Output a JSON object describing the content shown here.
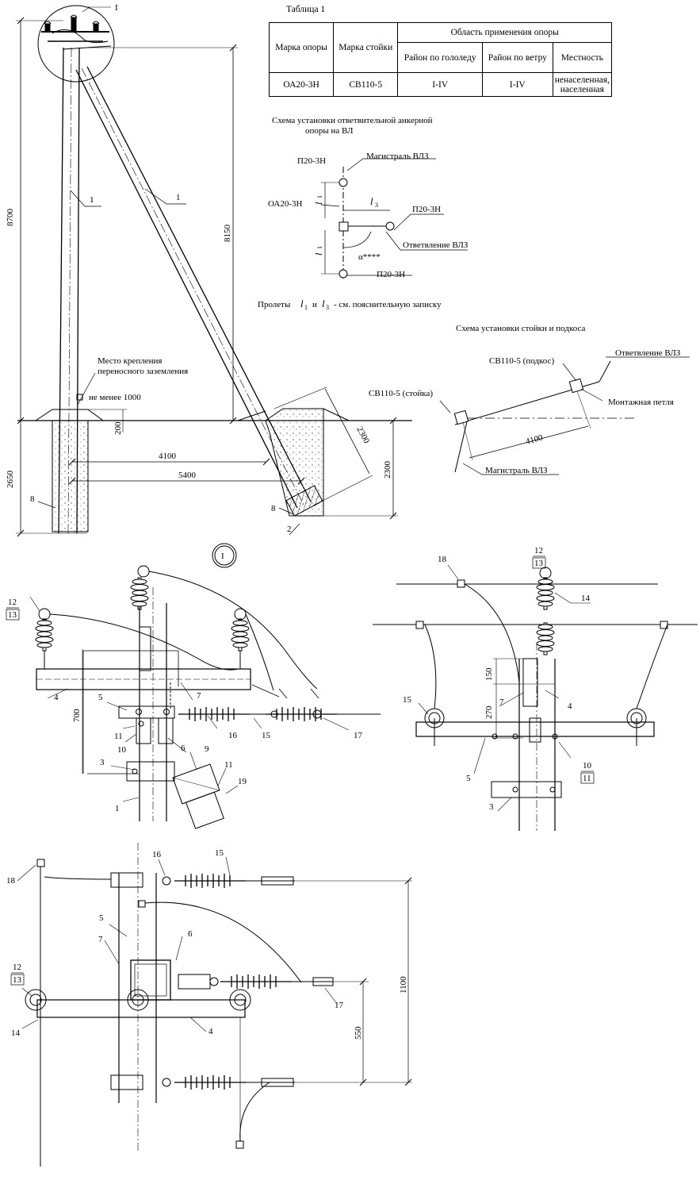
{
  "table": {
    "title": "Таблица 1",
    "col_brand": "Марка опоры",
    "col_rack": "Марка стойки",
    "col_scope": "Область применения опоры",
    "col_ice": "Район по гололеду",
    "col_wind": "Район по ветру",
    "col_terrain": "Местность",
    "row": {
      "brand": "ОА20-3Н",
      "rack": "СВ110-5",
      "ice": "I-IV",
      "wind": "I-IV",
      "terrain_1": "ненаселенная,",
      "terrain_2": "населенная"
    }
  },
  "main_view": {
    "detail_marker": "I",
    "dim_height": "8700",
    "dim_brace_height": "8150",
    "dim_foot": "2650",
    "dim_depth": "200",
    "dim_4100": "4100",
    "dim_5400": "5400",
    "dim_2300_diag": "2300",
    "dim_2300_vert": "2300",
    "ground_note_1": "Место крепления",
    "ground_note_2": "переносного заземления",
    "min_note": "не менее 1000",
    "pos_1a": "1",
    "pos_1b": "1",
    "pos_8a": "8",
    "pos_8b": "8",
    "pos_2": "2"
  },
  "scheme_anchor": {
    "title_1": "Схема установки ответвительной анкерной",
    "title_2": "опоры на ВЛ",
    "top_pole": "П20-3Н",
    "main_line": "Магистраль ВЛЗ",
    "anchor": "ОА20-3Н",
    "branch_pole": "П20-3Н",
    "branch_line": "Ответвление ВЛЗ",
    "bottom_pole": "П20-3Н",
    "angle": "α****",
    "l1_top": "l",
    "l1_top_sub": "1",
    "l1_bot": "l",
    "l1_bot_sub": "1",
    "l3": "l",
    "l3_sub": "3",
    "spans_note_a": "Пролеты",
    "spans_note_l1": "l",
    "spans_note_l1_sub": "1",
    "spans_note_and": "и",
    "spans_note_l3": "l",
    "spans_note_l3_sub": "3",
    "spans_note_b": "- см. пояснительную записку"
  },
  "scheme_brace": {
    "title": "Схема установки стойки и подкоса",
    "brace_label": "СВ110-5 (подкос)",
    "rack_label": "СВ110-5 (стойка)",
    "branch_line": "Ответвление ВЛЗ",
    "loop": "Монтажная петля",
    "main_line": "Магистраль ВЛЗ",
    "dim": "4100"
  },
  "detail_front": {
    "marker": "I",
    "dim_700": "700",
    "p12": "12",
    "p13": "13",
    "p4": "4",
    "p5": "5",
    "p7": "7",
    "p11a": "11",
    "p10": "10",
    "p6": "6",
    "p3": "3",
    "p9": "9",
    "p11b": "11",
    "p19": "19",
    "p1": "1",
    "p16": "16",
    "p15": "15",
    "p17": "17"
  },
  "detail_side": {
    "p18": "18",
    "p12": "12",
    "p13": "13",
    "p14": "14",
    "dim_150": "150",
    "dim_270": "270",
    "p7": "7",
    "p4": "4",
    "p15": "15",
    "p5": "5",
    "p10": "10",
    "p11": "11",
    "p3": "3"
  },
  "detail_plan": {
    "p18": "18",
    "p16": "16",
    "p15": "15",
    "p5": "5",
    "p6": "6",
    "p7": "7",
    "p12": "12",
    "p13": "13",
    "p14": "14",
    "p4": "4",
    "p17": "17",
    "dim_1100": "1100",
    "dim_550": "550"
  }
}
